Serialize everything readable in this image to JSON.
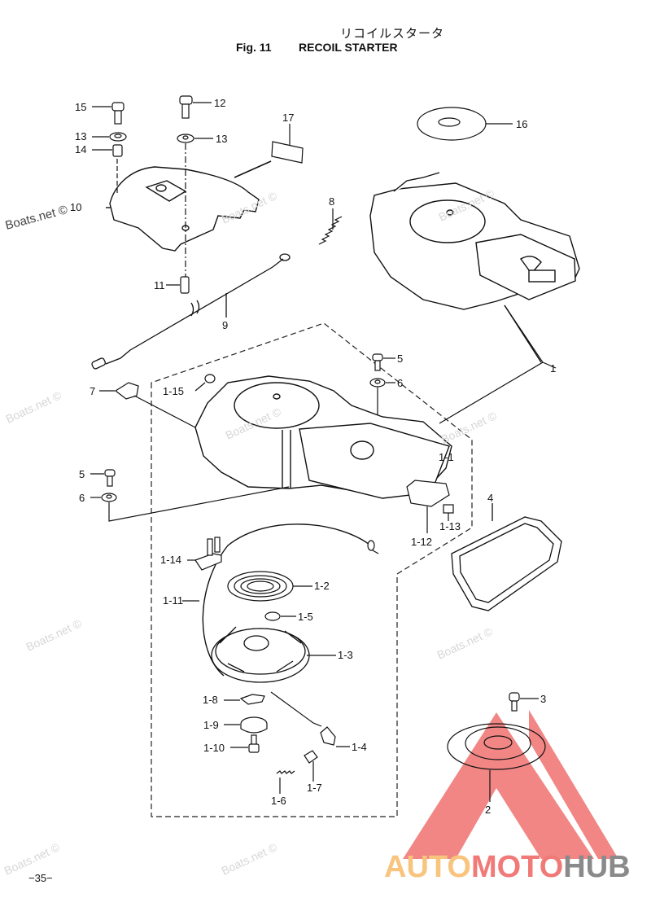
{
  "header": {
    "title_jp": "リコイルスタータ",
    "figure_number": "Fig. 11",
    "title": "RECOIL STARTER"
  },
  "callouts": {
    "p1": "1",
    "p1_1": "1-1",
    "p1_2": "1-2",
    "p1_3": "1-3",
    "p1_4": "1-4",
    "p1_5": "1-5",
    "p1_6": "1-6",
    "p1_7": "1-7",
    "p1_8": "1-8",
    "p1_9": "1-9",
    "p1_10": "1-10",
    "p1_11": "1-11",
    "p1_12": "1-12",
    "p1_13": "1-13",
    "p1_14": "1-14",
    "p1_15": "1-15",
    "p2": "2",
    "p3": "3",
    "p4": "4",
    "p5a": "5",
    "p5b": "5",
    "p6a": "6",
    "p6b": "6",
    "p7": "7",
    "p8": "8",
    "p9": "9",
    "p10": "10",
    "p11": "11",
    "p12": "12",
    "p13a": "13",
    "p13b": "13",
    "p14": "14",
    "p15": "15",
    "p16": "16",
    "p17": "17"
  },
  "watermark": {
    "text": "Boats.net ©"
  },
  "footer": {
    "page_number": "−35−",
    "brand_part1": "AUTO",
    "brand_part2": "MOTO",
    "brand_part3": "HUB",
    "brand_colors": {
      "auto": "#f8c47e",
      "moto": "#f07a78",
      "hub": "#8a8a8a",
      "logo_triangle": "#f07a78"
    }
  }
}
